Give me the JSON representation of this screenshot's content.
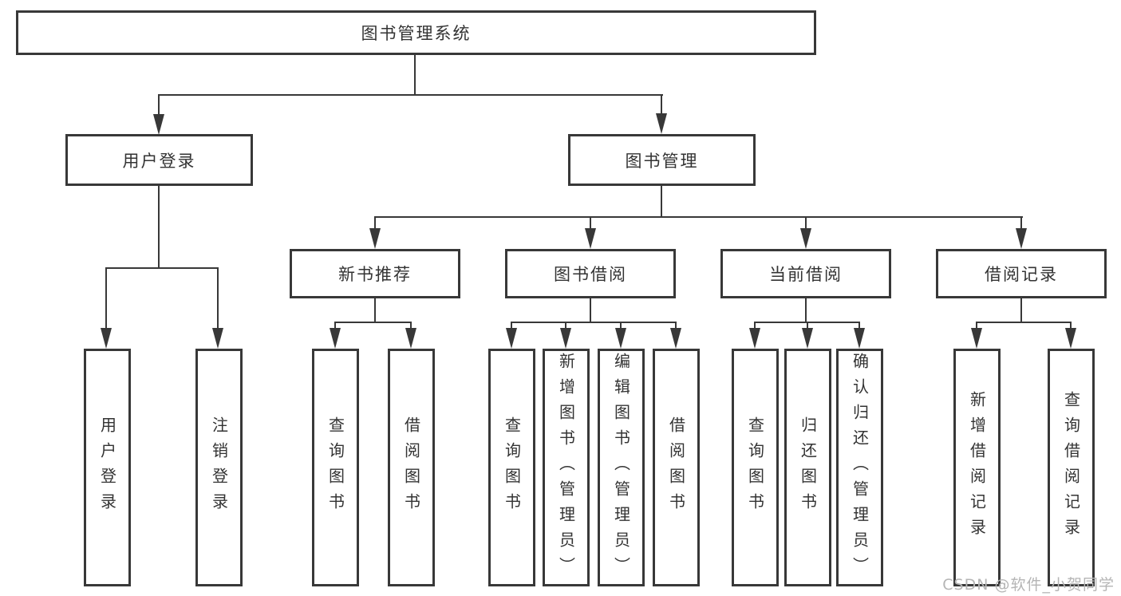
{
  "diagram": {
    "title": "图书管理系统",
    "level2": {
      "user": "用户登录",
      "mgmt": "图书管理"
    },
    "level3": {
      "recommend": "新书推荐",
      "borrow": "图书借阅",
      "current": "当前借阅",
      "records": "借阅记录"
    },
    "leaves": {
      "user": [
        "用户登录",
        "注销登录"
      ],
      "recommend": [
        "查询图书",
        "借阅图书"
      ],
      "borrow": [
        "查询图书",
        "新增图书（管理员）",
        "编辑图书（管理员）",
        "借阅图书"
      ],
      "current": [
        "查询图书",
        "归还图书",
        "确认归还（管理员）"
      ],
      "records": [
        "新增借阅记录",
        "查询借阅记录"
      ]
    }
  },
  "watermark": {
    "text": "CSDN @软件_小贺同学"
  },
  "colors": {
    "line": "#383838",
    "text": "#333333",
    "watermark": "#b5b5b5",
    "background": "#ffffff"
  }
}
